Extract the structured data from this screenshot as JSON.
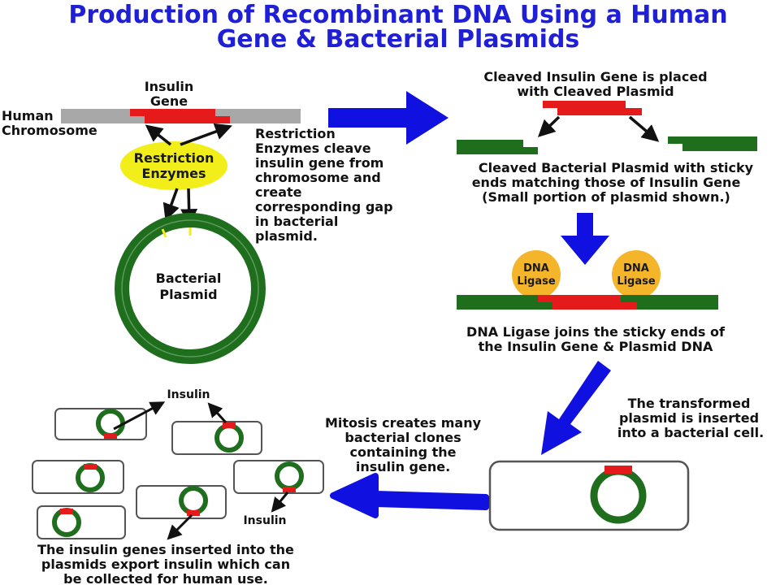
{
  "title": {
    "line1": "Production of Recombinant DNA Using a Human",
    "line2": "Gene & Bacterial Plasmids"
  },
  "insulin_gene": {
    "line1": "Insulin",
    "line2": "Gene"
  },
  "human_chromosome": {
    "line1": "Human",
    "line2": "Chromosome"
  },
  "restriction_enzymes": {
    "line1": "Restriction",
    "line2": "Enzymes"
  },
  "restriction_text": [
    "Restriction",
    "Enzymes cleave",
    "insulin gene from",
    "chromosome and",
    "create",
    "corresponding gap",
    "in bacterial",
    "plasmid."
  ],
  "bacterial_plasmid": {
    "line1": "Bacterial",
    "line2": "Plasmid"
  },
  "cleaved_placed": {
    "line1": "Cleaved Insulin Gene is placed",
    "line2": "with Cleaved Plasmid"
  },
  "cleaved_plasmid_text": [
    "Cleaved Bacterial Plasmid with sticky",
    "ends matching those of Insulin Gene",
    "(Small portion of plasmid shown.)"
  ],
  "dna_ligase": {
    "line1": "DNA",
    "line2": "Ligase"
  },
  "ligase_text": [
    "DNA Ligase joins the sticky ends of",
    "the Insulin Gene & Plasmid DNA"
  ],
  "transformed_text": [
    "The transformed",
    "plasmid is inserted",
    "into a bacterial cell."
  ],
  "mitosis_text": [
    "Mitosis creates many",
    "bacterial clones",
    "containing the",
    "insulin gene."
  ],
  "insulin_label": "Insulin",
  "export_text": [
    "The insulin genes inserted into the",
    "plasmids export insulin which can",
    "be collected for human use."
  ],
  "colors": {
    "title_blue": "#1f1fd8",
    "arrow_blue": "#1010e0",
    "gene_red": "#e51b1b",
    "plasmid_green": "#1e6e1e",
    "chromosome_gray": "#a8a8a8",
    "enzyme_yellow": "#f2ee1a",
    "ligase_orange": "#f5b52a"
  }
}
